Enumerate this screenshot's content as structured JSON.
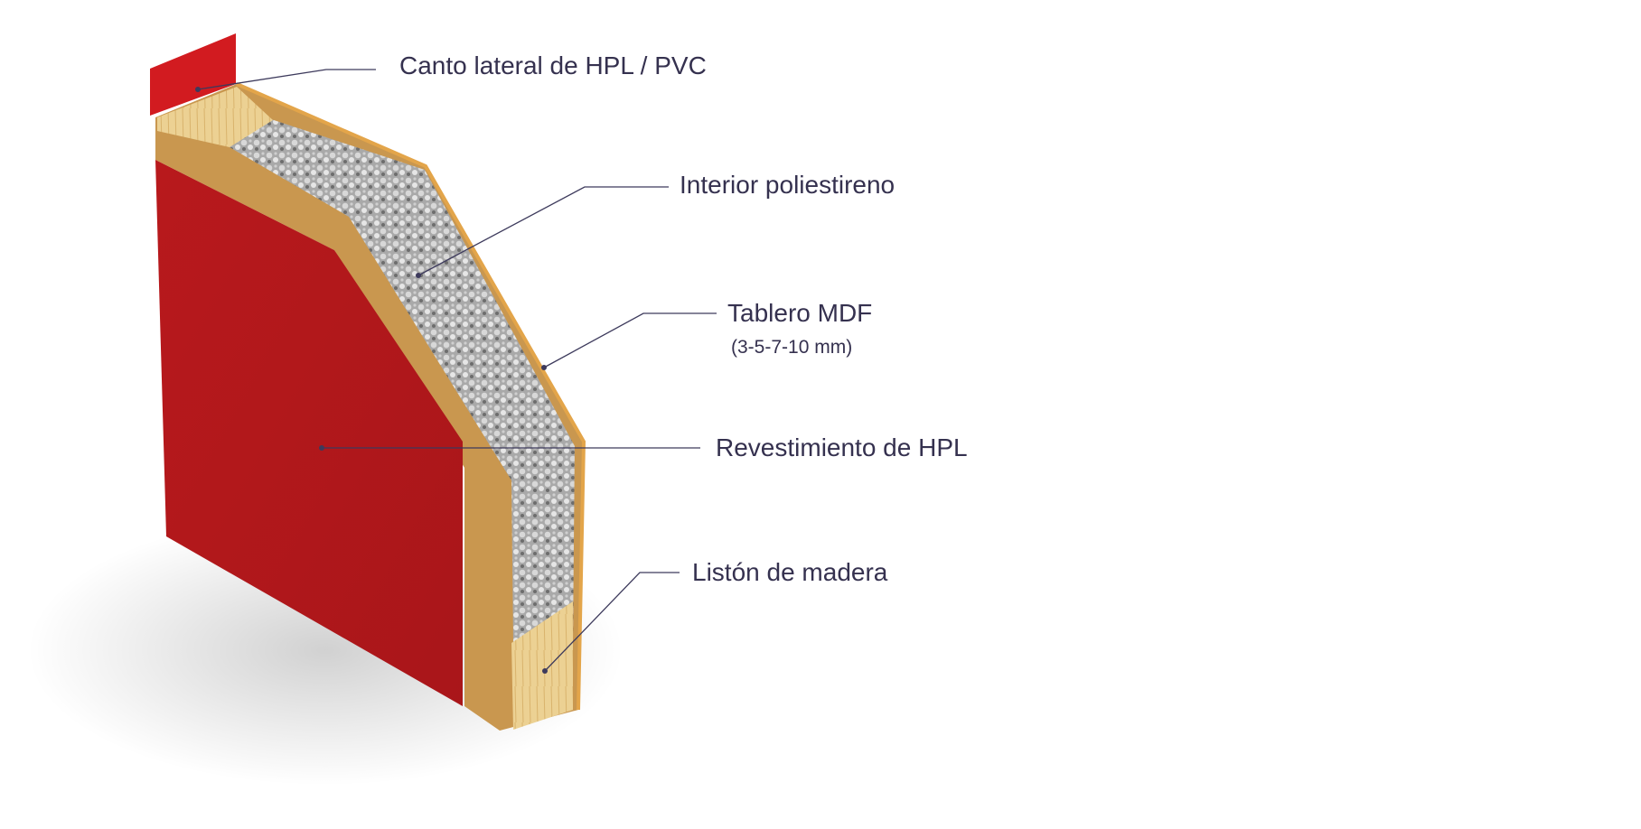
{
  "labels": {
    "canto": "Canto lateral de HPL / PVC",
    "interior": "Interior poliestireno",
    "tablero": "Tablero MDF",
    "tablero_sub": "(3-5-7-10 mm)",
    "revestimiento": "Revestimiento de HPL",
    "liston": "Listón de madera"
  },
  "colors": {
    "hpl_red": "#b2181c",
    "mdf": "#c9974f",
    "wood": "#e8c989",
    "foam": "#b9b9b9",
    "text": "#35314f"
  }
}
